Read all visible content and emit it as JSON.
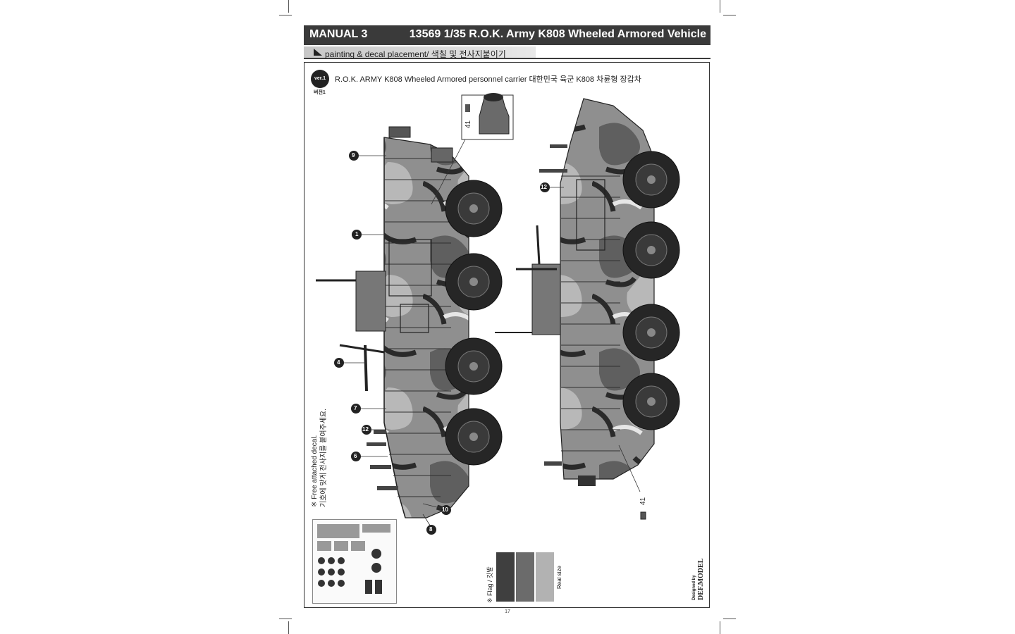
{
  "header": {
    "manual_label": "MANUAL 3",
    "product_title": "13569 1/35 R.O.K. Army K808 Wheeled Armored Vehicle"
  },
  "subheader": {
    "label": "painting & decal placement/ 색칠 및 전사지붙이기"
  },
  "version": {
    "badge": "ver.1",
    "badge_ko": "버전1",
    "title": "R.O.K. ARMY K808 Wheeled Armored personnel carrier  대한민국 육군 K808  차륜형 장갑차"
  },
  "notes": {
    "free_decal_en": "※ Free attached decal.",
    "free_decal_ko": "기호에 맞게 전사지를 붙여주세요."
  },
  "callouts": [
    "9",
    "1",
    "4",
    "7",
    "12",
    "6",
    "10",
    "8",
    "12",
    "41",
    "41"
  ],
  "color_chart": {
    "flag_label": "※ Flag / 깃발",
    "real_size_label": "Real size",
    "swatches": [
      "#3f3f3f",
      "#6b6b6b",
      "#b2b2b2"
    ]
  },
  "credits": {
    "designed_by": "Designed by",
    "brand": "DEF.MODEL"
  },
  "page_number": "17",
  "colors": {
    "header_bg": "#3a3a3a",
    "camo_light": "#9a9a9a",
    "camo_mid": "#6e6e6e",
    "camo_dark": "#2c2c2c",
    "wheel": "#262626"
  }
}
